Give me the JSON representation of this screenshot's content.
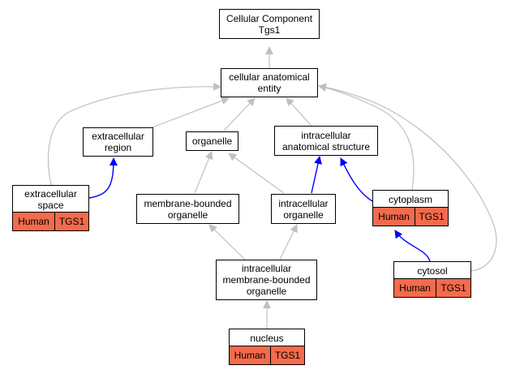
{
  "colors": {
    "grey_edge": "#c0c0c0",
    "blue_edge": "#0000ff",
    "tag_fill": "#f36b4c",
    "node_border": "#000000"
  },
  "nodes": {
    "root": {
      "line1": "Cellular Component",
      "line2": "Tgs1"
    },
    "cae": {
      "line1": "cellular anatomical",
      "line2": "entity"
    },
    "extracellular_region": {
      "line1": "extracellular",
      "line2": "region"
    },
    "organelle": {
      "line1": "organelle"
    },
    "intracellular_structure": {
      "line1": "intracellular",
      "line2": "anatomical structure"
    },
    "extracellular_space": {
      "line1": "extracellular",
      "line2": "space",
      "species": "Human",
      "gene": "TGS1"
    },
    "membrane_bounded_organelle": {
      "line1": "membrane-bounded",
      "line2": "organelle"
    },
    "intracellular_organelle": {
      "line1": "intracellular",
      "line2": "organelle"
    },
    "cytoplasm": {
      "line1": "cytoplasm",
      "species": "Human",
      "gene": "TGS1"
    },
    "intracellular_mbo": {
      "line1": "intracellular",
      "line2": "membrane-bounded",
      "line3": "organelle"
    },
    "cytosol": {
      "line1": "cytosol",
      "species": "Human",
      "gene": "TGS1"
    },
    "nucleus": {
      "line1": "nucleus",
      "species": "Human",
      "gene": "TGS1"
    }
  }
}
